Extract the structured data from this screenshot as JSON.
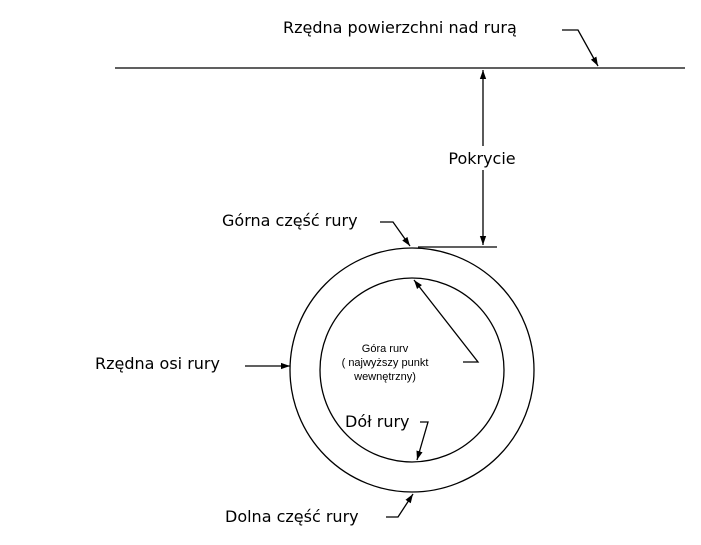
{
  "diagram": {
    "labels": {
      "surface_elevation": "Rzędna powierzchni nad rurą",
      "cover": "Pokrycie",
      "pipe_top_outer": "Górna część rury",
      "pipe_axis_elevation": "Rzędna osi rury",
      "crown_line1": "Góra rurv",
      "crown_line2": "( najwyższy punkt",
      "crown_line3": "wewnętrzny)",
      "invert": "Dół rury",
      "pipe_bottom_outer": "Dolna część rury"
    },
    "colors": {
      "line": "#000000",
      "background": "#ffffff"
    }
  }
}
